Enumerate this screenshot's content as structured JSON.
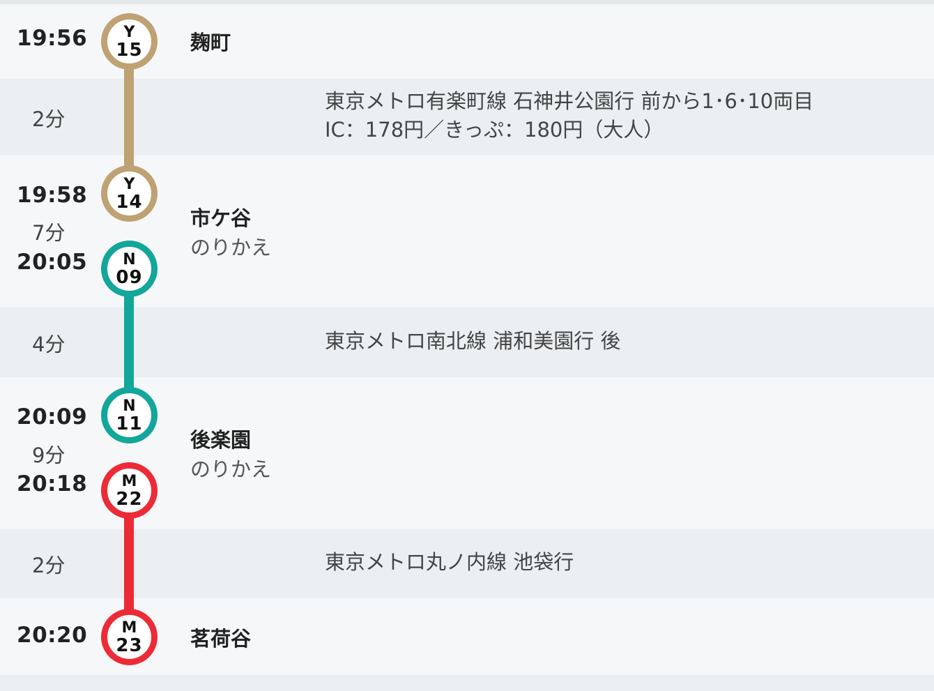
{
  "colors": {
    "yurakucho": "#bfa273",
    "namboku": "#13a69a",
    "marunouchi": "#ec2b37"
  },
  "stops": [
    {
      "time": "19:56",
      "station": "麹町",
      "badge": {
        "letter": "Y",
        "number": "15"
      }
    },
    {
      "arrive": "19:58",
      "transfer_wait": "7分",
      "depart": "20:05",
      "station": "市ケ谷",
      "note": "のりかえ",
      "badge_arrive": {
        "letter": "Y",
        "number": "14"
      },
      "badge_depart": {
        "letter": "N",
        "number": "09"
      }
    },
    {
      "arrive": "20:09",
      "transfer_wait": "9分",
      "depart": "20:18",
      "station": "後楽園",
      "note": "のりかえ",
      "badge_arrive": {
        "letter": "N",
        "number": "11"
      },
      "badge_depart": {
        "letter": "M",
        "number": "22"
      }
    },
    {
      "time": "20:20",
      "station": "茗荷谷",
      "badge": {
        "letter": "M",
        "number": "23"
      }
    }
  ],
  "segments": [
    {
      "duration": "2分",
      "line_info": "東京メトロ有楽町線 石神井公園行 前から1･6･10両目",
      "fare": "IC：178円／きっぷ：180円（大人）"
    },
    {
      "duration": "4分",
      "line_info": "東京メトロ南北線 浦和美園行 後"
    },
    {
      "duration": "2分",
      "line_info": "東京メトロ丸ノ内線 池袋行"
    }
  ]
}
